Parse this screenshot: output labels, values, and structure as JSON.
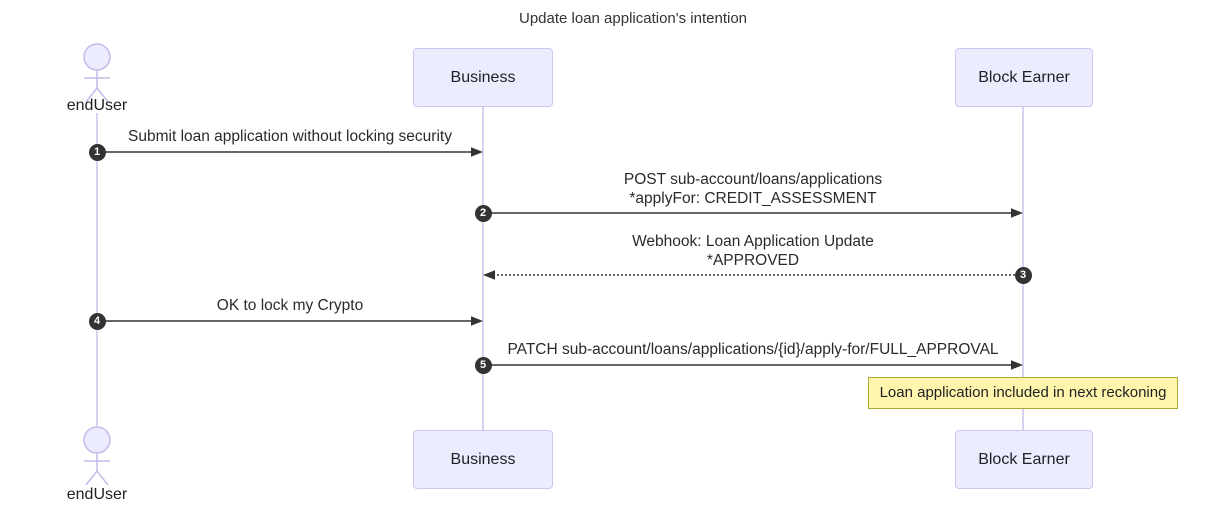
{
  "diagram": {
    "type": "sequence-diagram",
    "title": "Update loan application's intention"
  },
  "participants": {
    "enduser": "endUser",
    "business": "Business",
    "blockearner": "Block Earner"
  },
  "messages": [
    {
      "seq": "1",
      "from": "endUser",
      "to": "Business",
      "arrow": "solid",
      "lines": [
        "Submit loan application without locking security"
      ]
    },
    {
      "seq": "2",
      "from": "Business",
      "to": "Block Earner",
      "arrow": "solid",
      "lines": [
        "POST sub-account/loans/applications",
        "*applyFor: CREDIT_ASSESSMENT"
      ]
    },
    {
      "seq": "3",
      "from": "Block Earner",
      "to": "Business",
      "arrow": "dotted",
      "lines": [
        "Webhook: Loan Application Update",
        "*APPROVED"
      ]
    },
    {
      "seq": "4",
      "from": "endUser",
      "to": "Business",
      "arrow": "solid",
      "lines": [
        "OK to lock my Crypto"
      ]
    },
    {
      "seq": "5",
      "from": "Business",
      "to": "Block Earner",
      "arrow": "solid",
      "lines": [
        "PATCH sub-account/loans/applications/{id}/apply-for/FULL_APPROVAL"
      ]
    }
  ],
  "note": {
    "text": "Loan application included in next reckoning"
  },
  "colors": {
    "participant_fill": "#ECECFF",
    "participant_border": "#CDC6F2",
    "actor_stroke": "#C5BBE9",
    "lifeline": "#CCC4EC",
    "message_line": "#333333",
    "badge_fill": "#333333",
    "note_fill": "#FFF5AD",
    "note_border": "#AAAA33",
    "text": "#212126"
  }
}
